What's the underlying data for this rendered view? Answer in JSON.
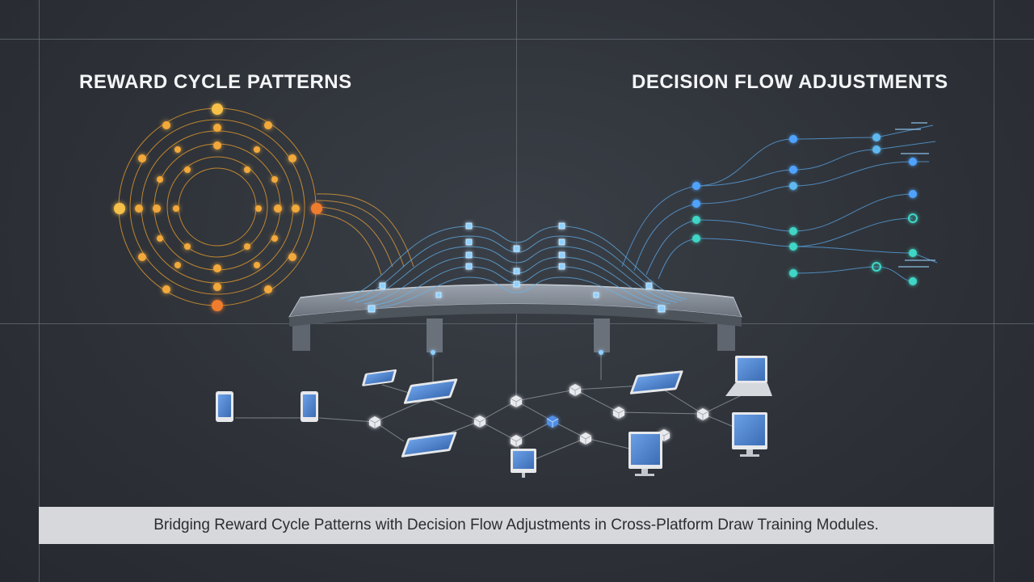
{
  "left_panel": {
    "title": "REWARD CYCLE PATTERNS"
  },
  "right_panel": {
    "title": "DECISION FLOW ADJUSTMENTS"
  },
  "caption": "Bridging Reward Cycle Patterns with Decision Flow Adjustments in Cross-Platform Draw Training Modules.",
  "colors": {
    "reward_accent": "#f5a623",
    "decision_accent": "#4fa3ff",
    "decision_teal": "#3fd6c6",
    "bridge": "#7d8590",
    "device_screen": "#4a7fc9",
    "caption_bg": "#d6d8db"
  },
  "icons": [
    "reward-cycle-node-icon",
    "decision-node-icon",
    "cube-node-icon",
    "smartphone-icon",
    "tablet-icon",
    "laptop-icon",
    "monitor-icon"
  ]
}
